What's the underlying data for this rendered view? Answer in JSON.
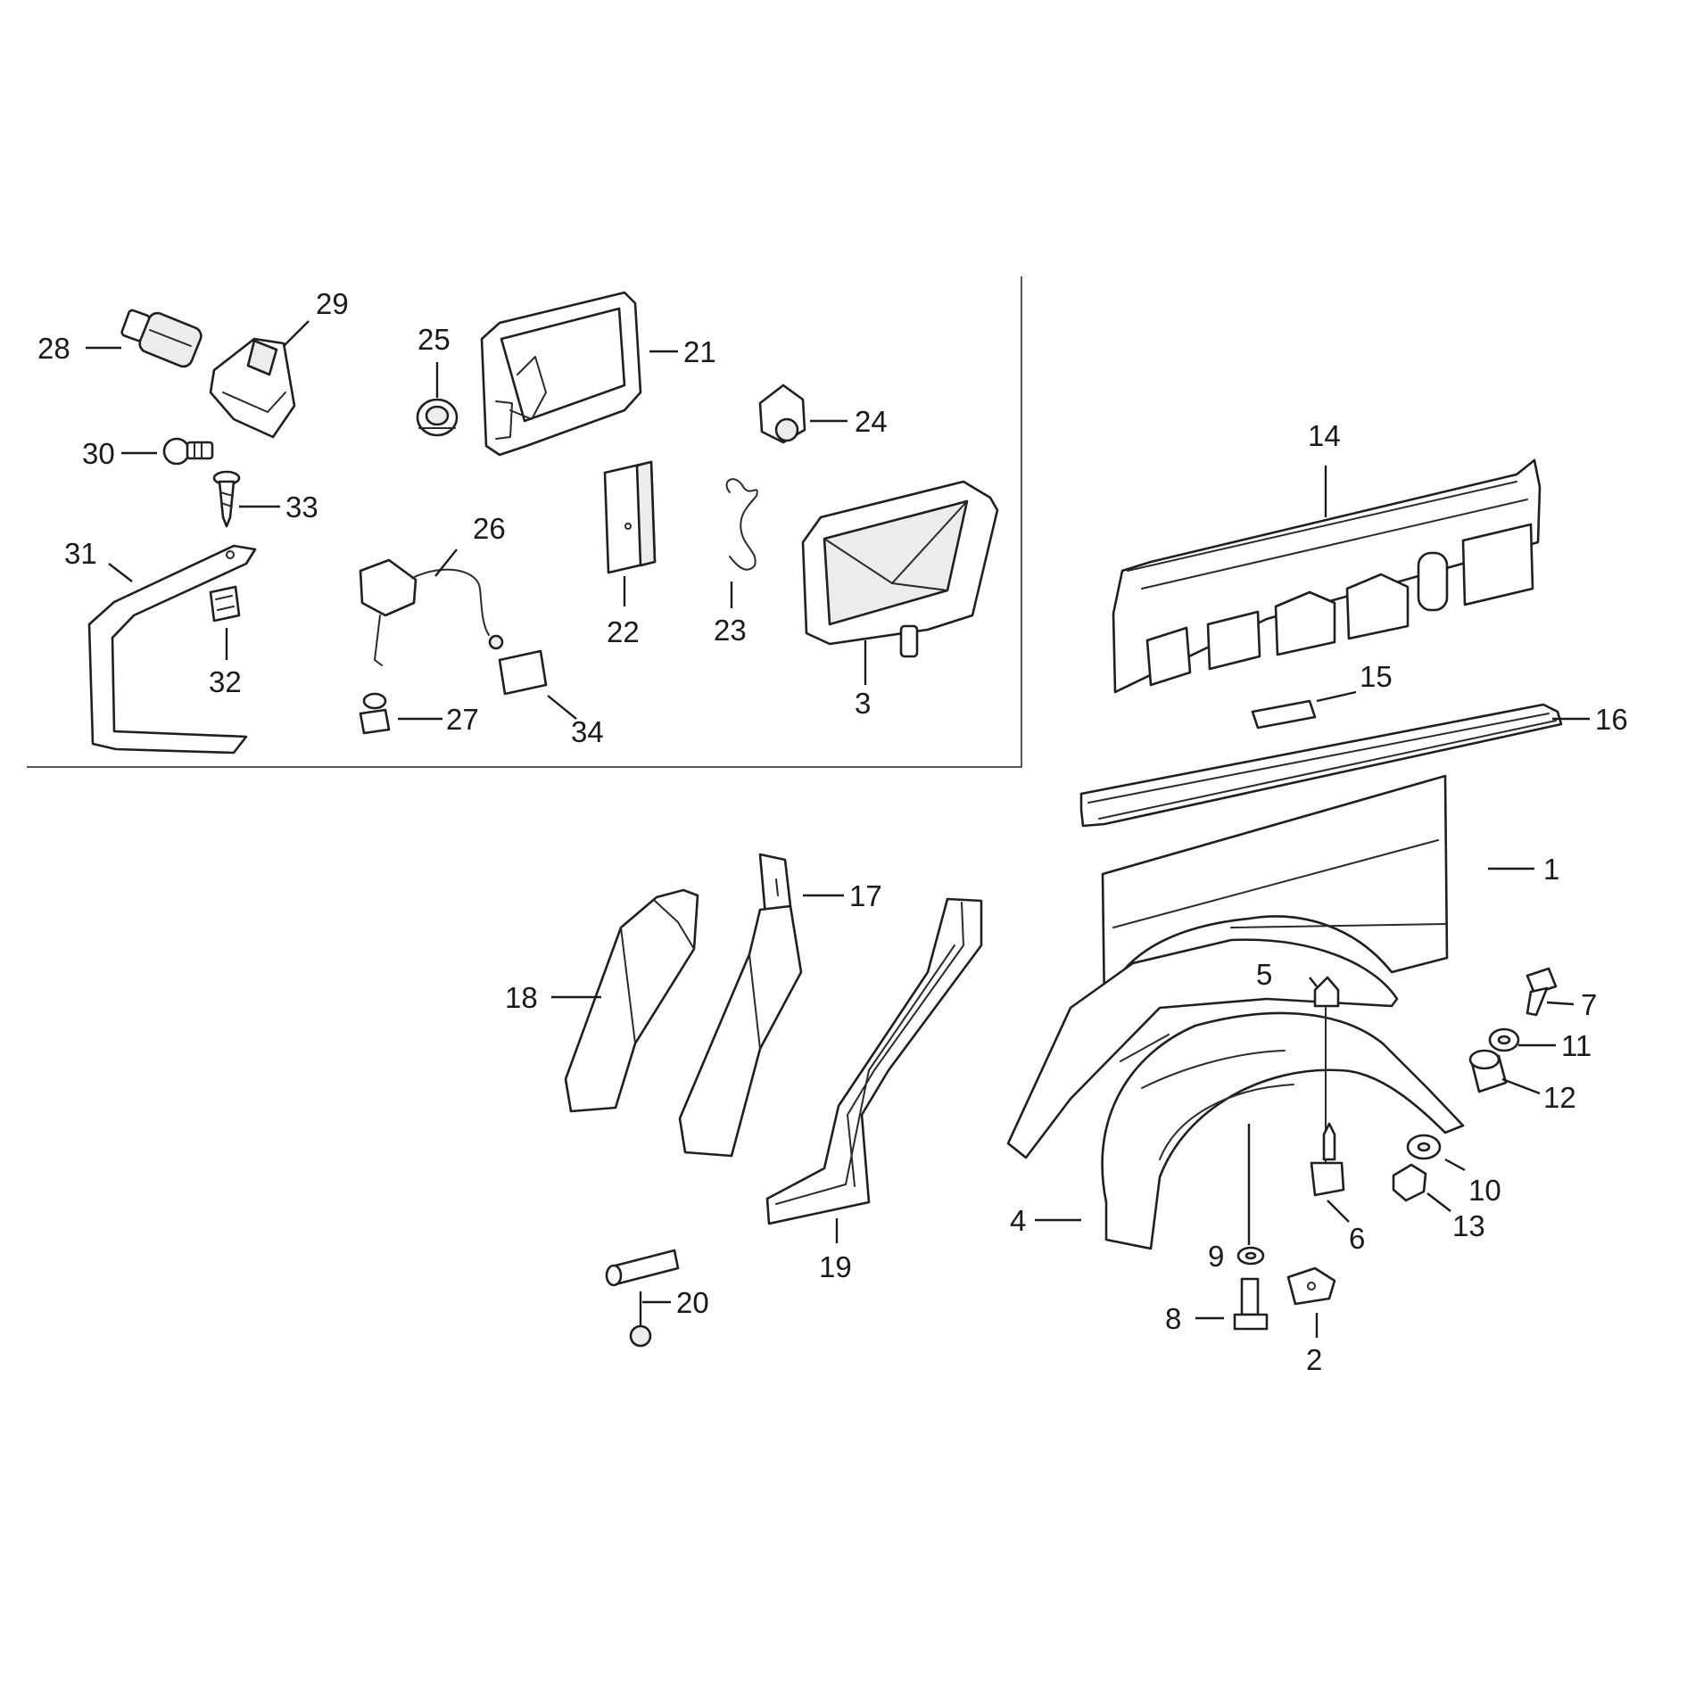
{
  "colors": {
    "background": "#ffffff",
    "line": "#1f1f1f",
    "frame": "#555555"
  },
  "callouts": {
    "c1": "1",
    "c2": "2",
    "c3": "3",
    "c4": "4",
    "c5": "5",
    "c6": "6",
    "c7": "7",
    "c8": "8",
    "c9": "9",
    "c10": "10",
    "c11": "11",
    "c12": "12",
    "c13": "13",
    "c14": "14",
    "c15": "15",
    "c16": "16",
    "c17": "17",
    "c18": "18",
    "c19": "19",
    "c20": "20",
    "c21": "21",
    "c22": "22",
    "c23": "23",
    "c24": "24",
    "c25": "25",
    "c26": "26",
    "c27": "27",
    "c28": "28",
    "c29": "29",
    "c30": "30",
    "c31": "31",
    "c32": "32",
    "c33": "33",
    "c34": "34"
  }
}
